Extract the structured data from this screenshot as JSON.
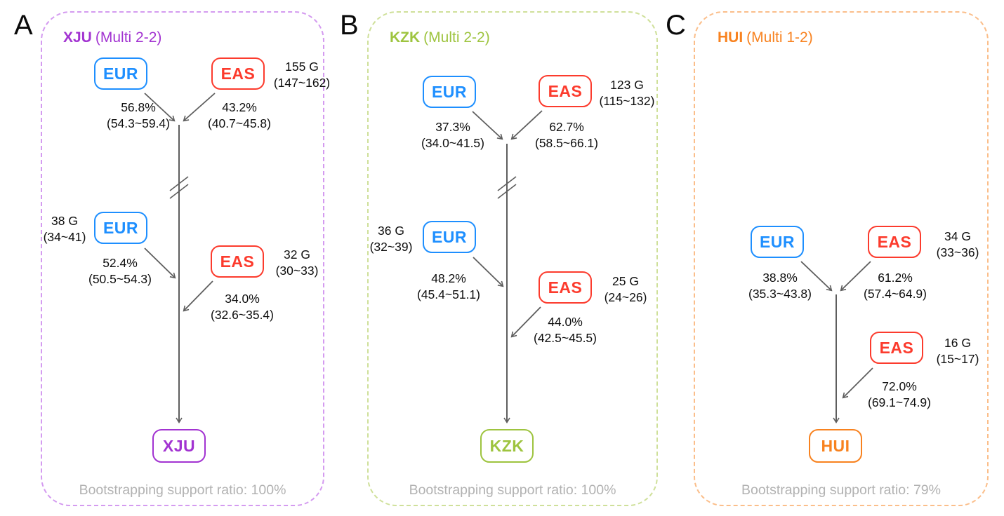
{
  "colors": {
    "eur_blue": "#1E8FFF",
    "eas_red": "#FC3B2D",
    "xju_purple": "#A233D1",
    "kzk_green": "#9EC43F",
    "hui_orange": "#F8821F",
    "frame_a_dashed": "#D49BF0",
    "frame_b_dashed": "#CFE09A",
    "frame_c_dashed": "#FBBE8A",
    "arrow_gray": "#5E5E5E",
    "bootstrap_gray": "#B2B2B2"
  },
  "panels": [
    {
      "letter": "A",
      "title_name": "XJU",
      "title_mode": "(Multi 2-2)",
      "result_label": "XJU",
      "bootstrap": "Bootstrapping support ratio: 100%",
      "wave1": {
        "eur_label": "EUR",
        "eas_label": "EAS",
        "gen": "155 G",
        "gen_ci": "(147~162)",
        "eur_pct": "56.8%",
        "eur_ci": "(54.3~59.4)",
        "eas_pct": "43.2%",
        "eas_ci": "(40.7~45.8)"
      },
      "wave2": {
        "eur_label": "EUR",
        "eas_label": "EAS",
        "eur_gen": "38 G",
        "eur_gen_ci": "(34~41)",
        "eas_gen": "32 G",
        "eas_gen_ci": "(30~33)",
        "eur_pct": "52.4%",
        "eur_ci": "(50.5~54.3)",
        "eas_pct": "34.0%",
        "eas_ci": "(32.6~35.4)"
      }
    },
    {
      "letter": "B",
      "title_name": "KZK",
      "title_mode": "(Multi 2-2)",
      "result_label": "KZK",
      "bootstrap": "Bootstrapping support ratio: 100%",
      "wave1": {
        "eur_label": "EUR",
        "eas_label": "EAS",
        "gen": "123 G",
        "gen_ci": "(115~132)",
        "eur_pct": "37.3%",
        "eur_ci": "(34.0~41.5)",
        "eas_pct": "62.7%",
        "eas_ci": "(58.5~66.1)"
      },
      "wave2": {
        "eur_label": "EUR",
        "eas_label": "EAS",
        "eur_gen": "36 G",
        "eur_gen_ci": "(32~39)",
        "eas_gen": "25 G",
        "eas_gen_ci": "(24~26)",
        "eur_pct": "48.2%",
        "eur_ci": "(45.4~51.1)",
        "eas_pct": "44.0%",
        "eas_ci": "(42.5~45.5)"
      }
    },
    {
      "letter": "C",
      "title_name": "HUI",
      "title_mode": "(Multi 1-2)",
      "result_label": "HUI",
      "bootstrap": "Bootstrapping support ratio: 79%",
      "wave1": {
        "eur_label": "EUR",
        "eas_label": "EAS",
        "gen": "34 G",
        "gen_ci": "(33~36)",
        "eur_pct": "38.8%",
        "eur_ci": "(35.3~43.8)",
        "eas_pct": "61.2%",
        "eas_ci": "(57.4~64.9)"
      },
      "wave2": {
        "eas_label": "EAS",
        "eas_gen": "16 G",
        "eas_gen_ci": "(15~17)",
        "eas_pct": "72.0%",
        "eas_ci": "(69.1~74.9)"
      }
    }
  ]
}
